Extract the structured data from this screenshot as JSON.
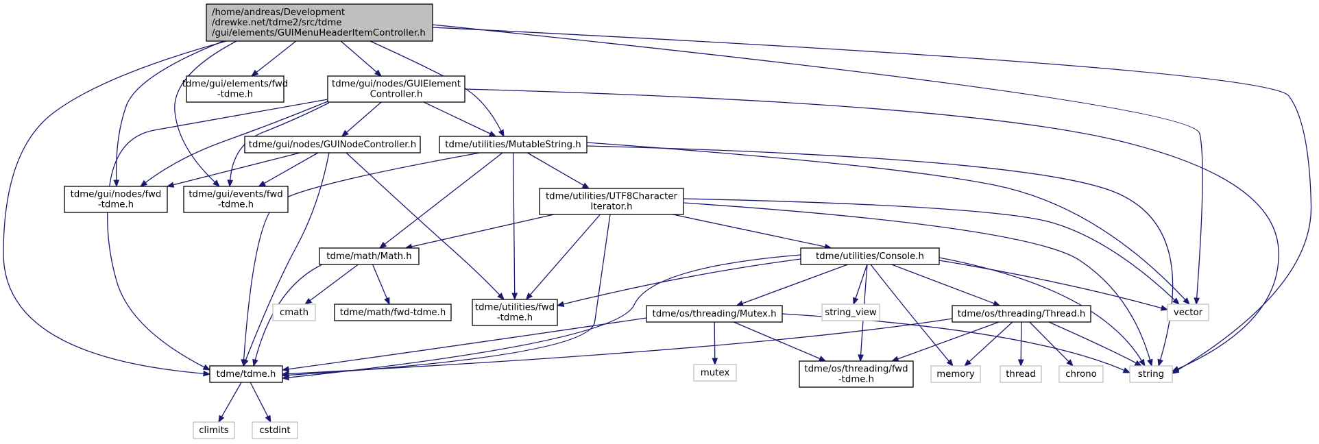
{
  "colors": {
    "edge": "#191970",
    "main_fill": "#bfbfbf",
    "node_border": "#000000",
    "system_border": "#bfbfbf",
    "background": "#ffffff"
  },
  "nodes": [
    {
      "id": "main",
      "kind": "main",
      "lines": [
        "/home/andreas/Development",
        "/drewke.net/tdme2/src/tdme",
        "/gui/elements/GUIMenuHeaderItemController.h"
      ]
    },
    {
      "id": "elements_fwd",
      "kind": "local",
      "lines": [
        "tdme/gui/elements/fwd",
        "-tdme.h"
      ]
    },
    {
      "id": "guielementcontroller",
      "kind": "local",
      "lines": [
        "tdme/gui/nodes/GUIElement",
        "Controller.h"
      ]
    },
    {
      "id": "guinodecontroller",
      "kind": "local",
      "lines": [
        "tdme/gui/nodes/GUINodeController.h"
      ]
    },
    {
      "id": "mutablestring",
      "kind": "local",
      "lines": [
        "tdme/utilities/MutableString.h"
      ]
    },
    {
      "id": "nodes_fwd",
      "kind": "local",
      "lines": [
        "tdme/gui/nodes/fwd",
        "-tdme.h"
      ]
    },
    {
      "id": "events_fwd",
      "kind": "local",
      "lines": [
        "tdme/gui/events/fwd",
        "-tdme.h"
      ]
    },
    {
      "id": "utf8",
      "kind": "local",
      "lines": [
        "tdme/utilities/UTF8Character",
        "Iterator.h"
      ]
    },
    {
      "id": "math",
      "kind": "local",
      "lines": [
        "tdme/math/Math.h"
      ]
    },
    {
      "id": "console",
      "kind": "local",
      "lines": [
        "tdme/utilities/Console.h"
      ]
    },
    {
      "id": "cmath",
      "kind": "system",
      "lines": [
        "cmath"
      ]
    },
    {
      "id": "math_fwd",
      "kind": "local",
      "lines": [
        "tdme/math/fwd-tdme.h"
      ]
    },
    {
      "id": "utilities_fwd",
      "kind": "local",
      "lines": [
        "tdme/utilities/fwd",
        "-tdme.h"
      ]
    },
    {
      "id": "mutex",
      "kind": "local",
      "lines": [
        "tdme/os/threading/Mutex.h"
      ]
    },
    {
      "id": "string_view",
      "kind": "system",
      "lines": [
        "string_view"
      ]
    },
    {
      "id": "thread_h",
      "kind": "local",
      "lines": [
        "tdme/os/threading/Thread.h"
      ]
    },
    {
      "id": "vector",
      "kind": "system",
      "lines": [
        "vector"
      ]
    },
    {
      "id": "tdme",
      "kind": "local",
      "lines": [
        "tdme/tdme.h"
      ]
    },
    {
      "id": "mutex_sys",
      "kind": "system",
      "lines": [
        "mutex"
      ]
    },
    {
      "id": "threading_fwd",
      "kind": "local",
      "lines": [
        "tdme/os/threading/fwd",
        "-tdme.h"
      ]
    },
    {
      "id": "memory",
      "kind": "system",
      "lines": [
        "memory"
      ]
    },
    {
      "id": "thread_sys",
      "kind": "system",
      "lines": [
        "thread"
      ]
    },
    {
      "id": "chrono",
      "kind": "system",
      "lines": [
        "chrono"
      ]
    },
    {
      "id": "string",
      "kind": "system",
      "lines": [
        "string"
      ]
    },
    {
      "id": "climits",
      "kind": "system",
      "lines": [
        "climits"
      ]
    },
    {
      "id": "cstdint",
      "kind": "system",
      "lines": [
        "cstdint"
      ]
    }
  ],
  "edges": [
    {
      "from": "main",
      "to": "elements_fwd"
    },
    {
      "from": "main",
      "to": "guielementcontroller"
    },
    {
      "from": "main",
      "to": "mutablestring"
    },
    {
      "from": "main",
      "to": "nodes_fwd"
    },
    {
      "from": "main",
      "to": "events_fwd"
    },
    {
      "from": "main",
      "to": "tdme"
    },
    {
      "from": "main",
      "to": "vector"
    },
    {
      "from": "main",
      "to": "string"
    },
    {
      "from": "guielementcontroller",
      "to": "guinodecontroller"
    },
    {
      "from": "guielementcontroller",
      "to": "mutablestring"
    },
    {
      "from": "guielementcontroller",
      "to": "nodes_fwd"
    },
    {
      "from": "guielementcontroller",
      "to": "events_fwd"
    },
    {
      "from": "guielementcontroller",
      "to": "tdme"
    },
    {
      "from": "guielementcontroller",
      "to": "string"
    },
    {
      "from": "guinodecontroller",
      "to": "nodes_fwd"
    },
    {
      "from": "guinodecontroller",
      "to": "events_fwd"
    },
    {
      "from": "guinodecontroller",
      "to": "tdme"
    },
    {
      "from": "guinodecontroller",
      "to": "utilities_fwd"
    },
    {
      "from": "mutablestring",
      "to": "utf8"
    },
    {
      "from": "mutablestring",
      "to": "math"
    },
    {
      "from": "mutablestring",
      "to": "utilities_fwd"
    },
    {
      "from": "mutablestring",
      "to": "tdme"
    },
    {
      "from": "mutablestring",
      "to": "vector"
    },
    {
      "from": "mutablestring",
      "to": "string"
    },
    {
      "from": "utf8",
      "to": "math"
    },
    {
      "from": "utf8",
      "to": "console"
    },
    {
      "from": "utf8",
      "to": "utilities_fwd"
    },
    {
      "from": "utf8",
      "to": "tdme"
    },
    {
      "from": "utf8",
      "to": "vector"
    },
    {
      "from": "utf8",
      "to": "string"
    },
    {
      "from": "math",
      "to": "cmath"
    },
    {
      "from": "math",
      "to": "math_fwd"
    },
    {
      "from": "math",
      "to": "tdme"
    },
    {
      "from": "console",
      "to": "mutex"
    },
    {
      "from": "console",
      "to": "string_view"
    },
    {
      "from": "console",
      "to": "thread_h"
    },
    {
      "from": "console",
      "to": "utilities_fwd"
    },
    {
      "from": "console",
      "to": "tdme"
    },
    {
      "from": "console",
      "to": "threading_fwd"
    },
    {
      "from": "console",
      "to": "memory"
    },
    {
      "from": "console",
      "to": "vector"
    },
    {
      "from": "console",
      "to": "string"
    },
    {
      "from": "mutex",
      "to": "mutex_sys"
    },
    {
      "from": "mutex",
      "to": "tdme"
    },
    {
      "from": "mutex",
      "to": "threading_fwd"
    },
    {
      "from": "mutex",
      "to": "string"
    },
    {
      "from": "thread_h",
      "to": "tdme"
    },
    {
      "from": "thread_h",
      "to": "threading_fwd"
    },
    {
      "from": "thread_h",
      "to": "memory"
    },
    {
      "from": "thread_h",
      "to": "thread_sys"
    },
    {
      "from": "thread_h",
      "to": "chrono"
    },
    {
      "from": "thread_h",
      "to": "string"
    },
    {
      "from": "tdme",
      "to": "climits"
    },
    {
      "from": "tdme",
      "to": "cstdint"
    }
  ]
}
